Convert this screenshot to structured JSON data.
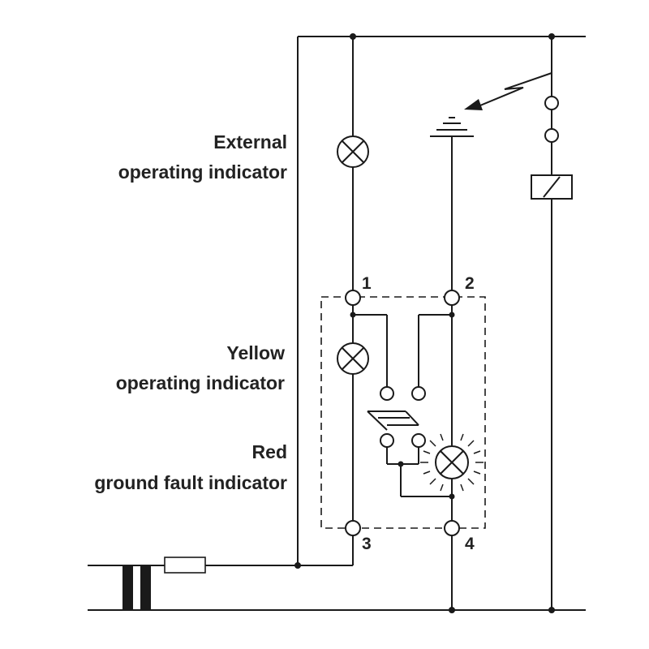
{
  "labels": {
    "external_line1": "External",
    "external_line2": "operating indicator",
    "yellow_line1": "Yellow",
    "yellow_line2": "operating indicator",
    "red_line1": "Red",
    "red_line2": "ground fault indicator"
  },
  "terminals": {
    "t1": "1",
    "t2": "2",
    "t3": "3",
    "t4": "4"
  },
  "colors": {
    "line": "#1a1a1a",
    "text": "#222222",
    "background": "#ffffff"
  }
}
